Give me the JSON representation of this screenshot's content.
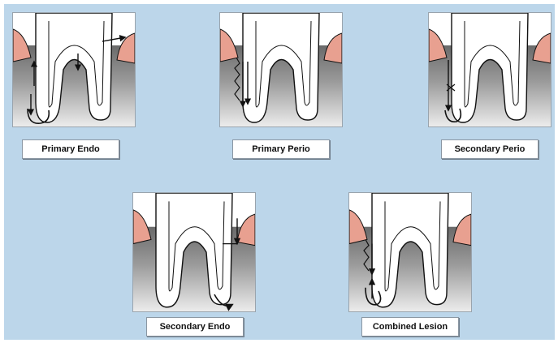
{
  "diagrams": [
    {
      "key": "primary_endo",
      "label": "Primary Endo",
      "icon": "tooth-primary-endo"
    },
    {
      "key": "primary_perio",
      "label": "Primary Perio",
      "icon": "tooth-primary-perio"
    },
    {
      "key": "secondary_perio",
      "label": "Secondary Perio",
      "icon": "tooth-secondary-perio"
    },
    {
      "key": "secondary_endo",
      "label": "Secondary Endo",
      "icon": "tooth-secondary-endo"
    },
    {
      "key": "combined",
      "label": "Combined Lesion",
      "icon": "tooth-combined-lesion"
    }
  ],
  "colors": {
    "background": "#bcd6ea",
    "gum": "#e8a090",
    "bone_dark": "#5e5e5e",
    "bone_light": "#e6e6e6",
    "tooth": "#ffffff",
    "outline": "#111111"
  }
}
